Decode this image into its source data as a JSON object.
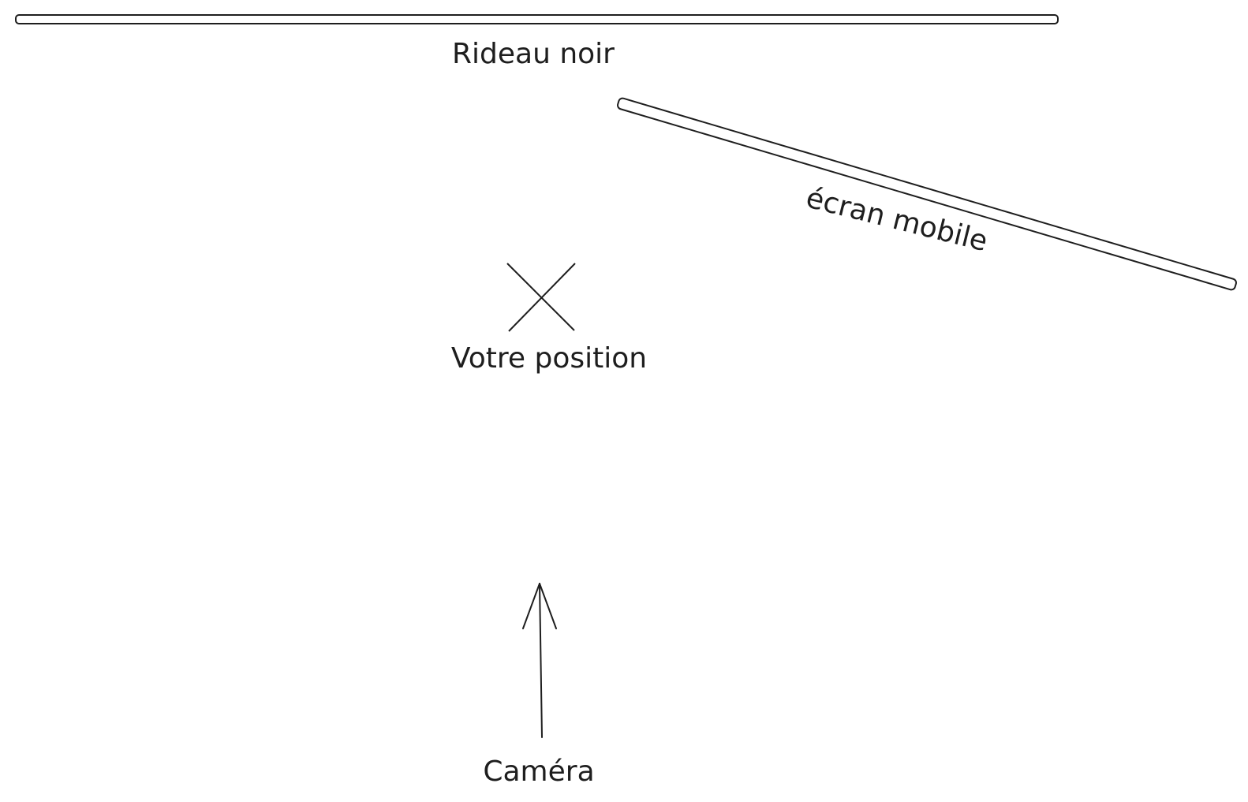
{
  "diagram": {
    "stroke_color": "#1e1e1e",
    "background": "#ffffff",
    "curtain": {
      "label": "Rideau noir"
    },
    "mobile_screen": {
      "label": "écran mobile"
    },
    "position_marker": {
      "label": "Votre position",
      "icon": "x-mark-icon"
    },
    "camera": {
      "label": "Caméra",
      "icon": "arrow-up-icon"
    }
  }
}
